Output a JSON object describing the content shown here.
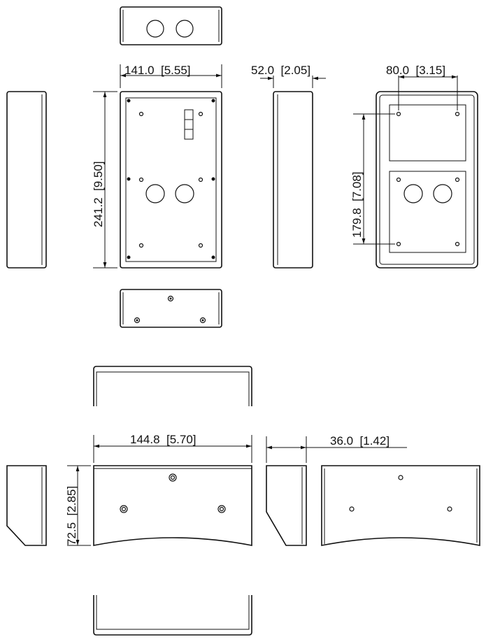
{
  "dimensions": {
    "front_width": "141.0  [5.55]",
    "height": "241.2  [9.50]",
    "side_depth": "52.0  [2.05]",
    "hole_spacing_horizontal": "80.0  [3.15]",
    "hole_spacing_vertical": "179.8  [7.08]",
    "canopy_width": "144.8  [5.70]",
    "canopy_height": "72.5  [2.85]",
    "canopy_depth": "36.0  [1.42]"
  }
}
